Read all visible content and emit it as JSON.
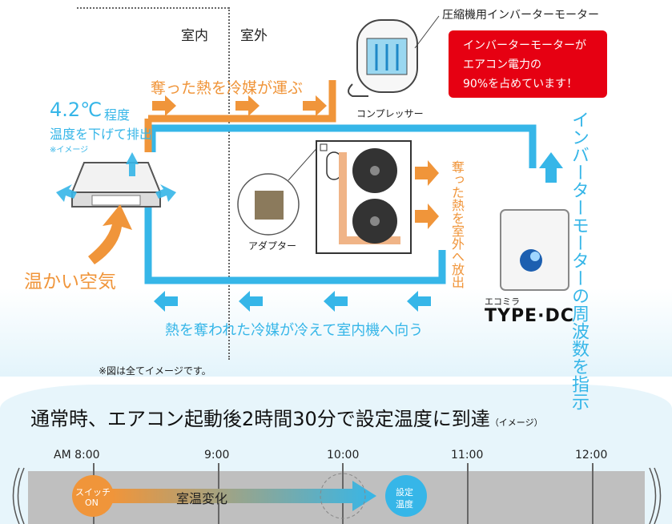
{
  "colors": {
    "orange": "#f0953a",
    "blue": "#36b6e8",
    "red_box": "#e60012",
    "dark_text": "#222222"
  },
  "labels": {
    "room_in": "室内",
    "room_out": "室外",
    "compressor_motor": "圧縮機用インバーターモーター",
    "callout_line1": "インバーターモーターが",
    "callout_line2": "エアコン電力の",
    "callout_line3": "90%を占めています！",
    "compressor": "コンプレッサー",
    "heat_carried": "奪った熱を冷媒が運ぶ",
    "temp_value": "4.2℃",
    "temp_suffix": "程度",
    "temp_lower": "温度を下げて排出",
    "image_note_small": "※イメージ",
    "warm_air": "温かい空気",
    "adapter": "アダプター",
    "outdoor_release": "奪った熱を室外へ放出",
    "inverter_freq": "インバーターモーターの周波数を指示",
    "ecomira": "エコミラ",
    "type_dc": "TYPE·DC",
    "return_flow": "熱を奪われた冷媒が冷えて室内機へ向う",
    "all_images_note": "※図は全てイメージです。"
  },
  "timeline": {
    "heading": "通常時、エアコン起動後2時間30分で設定温度に到達",
    "heading_note": "（イメージ）",
    "times": [
      "AM  8:00",
      "9:00",
      "10:00",
      "11:00",
      "12:00"
    ],
    "switch_line1": "スイッチ",
    "switch_line2": "ON",
    "room_temp_change": "室温変化",
    "set_temp_line1": "設定",
    "set_temp_line2": "温度"
  }
}
